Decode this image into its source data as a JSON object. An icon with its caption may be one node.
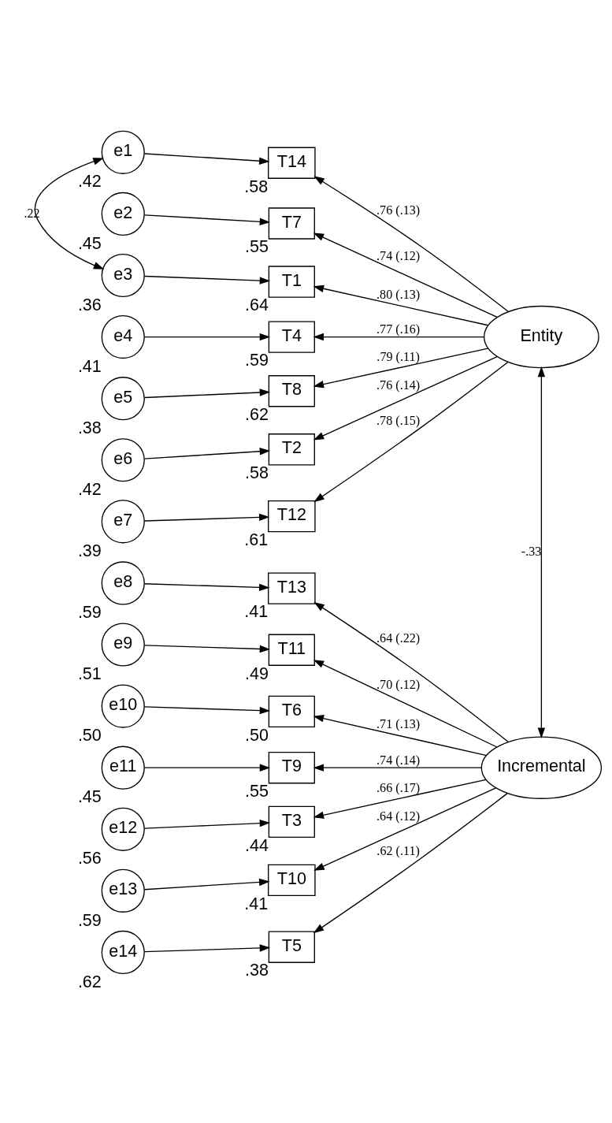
{
  "diagram": {
    "nodes": [
      {
        "text": [
          "e1"
        ],
        "beside": [
          ".42"
        ]
      },
      {
        "text": [
          "e2"
        ],
        "beside": [
          ".45"
        ]
      },
      {
        "text": [
          "e3"
        ],
        "beside": [
          ".36"
        ]
      },
      {
        "text": [
          "e4"
        ],
        "beside": [
          ".41"
        ]
      },
      {
        "text": [
          "e5"
        ],
        "beside": [
          ".38"
        ]
      },
      {
        "text": [
          "e6"
        ],
        "beside": [
          ".42"
        ]
      },
      {
        "text": [
          "e7"
        ],
        "beside": [
          ".39"
        ]
      },
      {
        "text": [
          "e8"
        ],
        "beside": [
          ".59"
        ]
      },
      {
        "text": [
          "e9"
        ],
        "beside": [
          ".51"
        ]
      },
      {
        "text": [
          "e10"
        ],
        "beside": [
          ".50"
        ]
      },
      {
        "text": [
          "e11"
        ],
        "beside": [
          ".45"
        ]
      },
      {
        "text": [
          "e12"
        ],
        "beside": [
          ".56"
        ]
      },
      {
        "text": [
          "e13"
        ],
        "beside": [
          ".59"
        ]
      },
      {
        "text": [
          "e14"
        ],
        "beside": [
          ".62"
        ]
      },
      {
        "text": [
          "T14"
        ],
        "beside": [
          ".58"
        ]
      },
      {
        "text": [
          "T7"
        ],
        "beside": [
          ".55"
        ]
      },
      {
        "text": [
          "T1"
        ],
        "beside": [
          ".64"
        ]
      },
      {
        "text": [
          "T4"
        ],
        "beside": [
          ".59"
        ]
      },
      {
        "text": [
          "T8"
        ],
        "beside": [
          ".62"
        ]
      },
      {
        "text": [
          "T2"
        ],
        "beside": [
          ".58"
        ]
      },
      {
        "text": [
          "T12"
        ],
        "beside": [
          ".61"
        ]
      },
      {
        "text": [
          "T13"
        ],
        "beside": [
          ".41"
        ]
      },
      {
        "text": [
          "T11"
        ],
        "beside": [
          ".49"
        ]
      },
      {
        "text": [
          "T6"
        ],
        "beside": [
          ".50"
        ]
      },
      {
        "text": [
          "T9"
        ],
        "beside": [
          ".55"
        ]
      },
      {
        "text": [
          "T3"
        ],
        "beside": [
          ".44"
        ]
      },
      {
        "text": [
          "T10"
        ],
        "beside": [
          ".41"
        ]
      },
      {
        "text": [
          "T5"
        ],
        "beside": [
          ".38"
        ]
      },
      {
        "text": [
          "Entity"
        ]
      },
      {
        "text": [
          "Incremental"
        ]
      }
    ],
    "edges": [
      {
        "from": 0,
        "to": 14,
        "arrow": "to"
      },
      {
        "from": 1,
        "to": 15,
        "arrow": "to"
      },
      {
        "from": 2,
        "to": 16,
        "arrow": "to"
      },
      {
        "from": 3,
        "to": 17,
        "arrow": "to"
      },
      {
        "from": 4,
        "to": 18,
        "arrow": "to"
      },
      {
        "from": 5,
        "to": 19,
        "arrow": "to"
      },
      {
        "from": 6,
        "to": 20,
        "arrow": "to"
      },
      {
        "from": 7,
        "to": 21,
        "arrow": "to"
      },
      {
        "from": 8,
        "to": 22,
        "arrow": "to"
      },
      {
        "from": 9,
        "to": 23,
        "arrow": "to"
      },
      {
        "from": 10,
        "to": 24,
        "arrow": "to"
      },
      {
        "from": 11,
        "to": 25,
        "arrow": "to"
      },
      {
        "from": 12,
        "to": 26,
        "arrow": "to"
      },
      {
        "from": 13,
        "to": 27,
        "arrow": "to"
      },
      {
        "from": 28,
        "to": 14,
        "arrow": "to",
        "label": ".76 (.13)"
      },
      {
        "from": 28,
        "to": 15,
        "arrow": "to",
        "label": ".74 (.12)"
      },
      {
        "from": 28,
        "to": 16,
        "arrow": "to",
        "label": ".80 (.13)"
      },
      {
        "from": 28,
        "to": 17,
        "arrow": "to",
        "label": ".77 (.16)"
      },
      {
        "from": 28,
        "to": 18,
        "arrow": "to",
        "label": ".79 (.11)"
      },
      {
        "from": 28,
        "to": 19,
        "arrow": "to",
        "label": ".76 (.14)"
      },
      {
        "from": 28,
        "to": 20,
        "arrow": "to",
        "label": ".78 (.15)"
      },
      {
        "from": 29,
        "to": 21,
        "arrow": "to",
        "label": ".64 (.22)"
      },
      {
        "from": 29,
        "to": 22,
        "arrow": "to",
        "label": ".70 (.12)"
      },
      {
        "from": 29,
        "to": 23,
        "arrow": "to",
        "label": ".71 (.13)"
      },
      {
        "from": 29,
        "to": 24,
        "arrow": "to",
        "label": ".74 (.14)"
      },
      {
        "from": 29,
        "to": 25,
        "arrow": "to",
        "label": ".66 (.17)"
      },
      {
        "from": 29,
        "to": 26,
        "arrow": "to",
        "label": ".64 (.12)"
      },
      {
        "from": 29,
        "to": 27,
        "arrow": "to",
        "label": ".62 (.11)"
      },
      {
        "from": 0,
        "to": 2,
        "arrow": "both",
        "label": ".22"
      },
      {
        "from": 28,
        "to": 29,
        "arrow": "both",
        "label": "-.33"
      }
    ]
  }
}
